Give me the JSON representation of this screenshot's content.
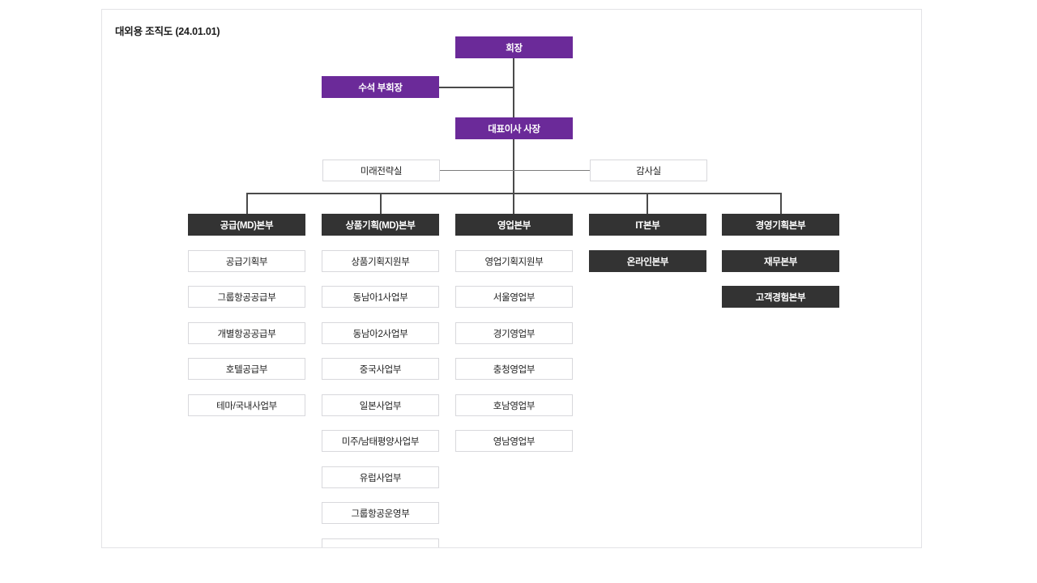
{
  "page": {
    "title": "대외용 조직도 (24.01.01)",
    "colors": {
      "executive": "#6b2a99",
      "division": "#333333",
      "department_border": "#d8d8dc",
      "connector": "#4a4a4a",
      "panel_border": "#e3e3e6",
      "background": "#ffffff"
    }
  },
  "chart_data": {
    "type": "diagram",
    "title": "대외용 조직도 (24.01.01)",
    "executives": [
      {
        "id": "chairman",
        "label": "회장",
        "style": "purple"
      },
      {
        "id": "senior-vice-chairman",
        "label": "수석 부회장",
        "style": "purple"
      },
      {
        "id": "ceo-president",
        "label": "대표이사 사장",
        "style": "purple"
      }
    ],
    "staff_offices": [
      {
        "id": "future-strategy-office",
        "label": "미래전략실",
        "style": "plain"
      },
      {
        "id": "audit-office",
        "label": "감사실",
        "style": "plain"
      }
    ],
    "divisions": [
      {
        "id": "supply-md-division",
        "header": "공급(MD)본부",
        "header_style": "dark",
        "children": [
          {
            "label": "공급기획부",
            "style": "plain"
          },
          {
            "label": "그룹항공공급부",
            "style": "plain"
          },
          {
            "label": "개별항공공급부",
            "style": "plain"
          },
          {
            "label": "호텔공급부",
            "style": "plain"
          },
          {
            "label": "테마/국내사업부",
            "style": "plain"
          }
        ]
      },
      {
        "id": "product-planning-md-division",
        "header": "상품기획(MD)본부",
        "header_style": "dark",
        "children": [
          {
            "label": "상품기획지원부",
            "style": "plain"
          },
          {
            "label": "동남아1사업부",
            "style": "plain"
          },
          {
            "label": "동남아2사업부",
            "style": "plain"
          },
          {
            "label": "중국사업부",
            "style": "plain"
          },
          {
            "label": "일본사업부",
            "style": "plain"
          },
          {
            "label": "미주/남태평양사업부",
            "style": "plain"
          },
          {
            "label": "유럽사업부",
            "style": "plain"
          },
          {
            "label": "그룹항공운영부",
            "style": "plain"
          },
          {
            "label": "",
            "style": "plain",
            "clipped": true
          }
        ]
      },
      {
        "id": "sales-division",
        "header": "영업본부",
        "header_style": "dark",
        "children": [
          {
            "label": "영업기획지원부",
            "style": "plain"
          },
          {
            "label": "서울영업부",
            "style": "plain"
          },
          {
            "label": "경기영업부",
            "style": "plain"
          },
          {
            "label": "충청영업부",
            "style": "plain"
          },
          {
            "label": "호남영업부",
            "style": "plain"
          },
          {
            "label": "영남영업부",
            "style": "plain"
          }
        ]
      },
      {
        "id": "it-division",
        "header": "IT본부",
        "header_style": "dark",
        "children": [
          {
            "label": "온라인본부",
            "style": "dark"
          }
        ]
      },
      {
        "id": "management-planning-division",
        "header": "경영기획본부",
        "header_style": "dark",
        "children": [
          {
            "label": "재무본부",
            "style": "dark"
          },
          {
            "label": "고객경험본부",
            "style": "dark"
          }
        ]
      }
    ]
  }
}
